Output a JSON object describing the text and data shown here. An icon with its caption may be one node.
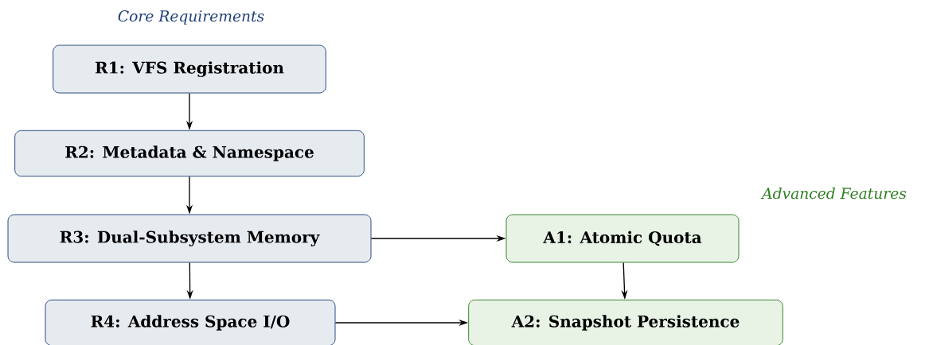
{
  "diagram": {
    "nodes": [
      {
        "text": [
          "R1: VFS Registration"
        ]
      },
      {
        "text": [
          "R2: Metadata & Namespace"
        ]
      },
      {
        "text": [
          "R3: Dual-Subsystem Memory"
        ]
      },
      {
        "text": [
          "R4: Address Space I/O"
        ]
      },
      {
        "text": [
          "A1: Atomic Quota"
        ]
      },
      {
        "text": [
          "A2: Snapshot Persistence"
        ]
      }
    ],
    "edges": [
      {
        "from": 0,
        "to": 1,
        "arrow": "to"
      },
      {
        "from": 1,
        "to": 2,
        "arrow": "to"
      },
      {
        "from": 2,
        "to": 3,
        "arrow": "to"
      },
      {
        "from": 2,
        "to": 4,
        "arrow": "to"
      },
      {
        "from": 4,
        "to": 5,
        "arrow": "to"
      },
      {
        "from": 3,
        "to": 5,
        "arrow": "to"
      }
    ],
    "labels": [
      "Core Requirements",
      "Advanced Features"
    ]
  }
}
